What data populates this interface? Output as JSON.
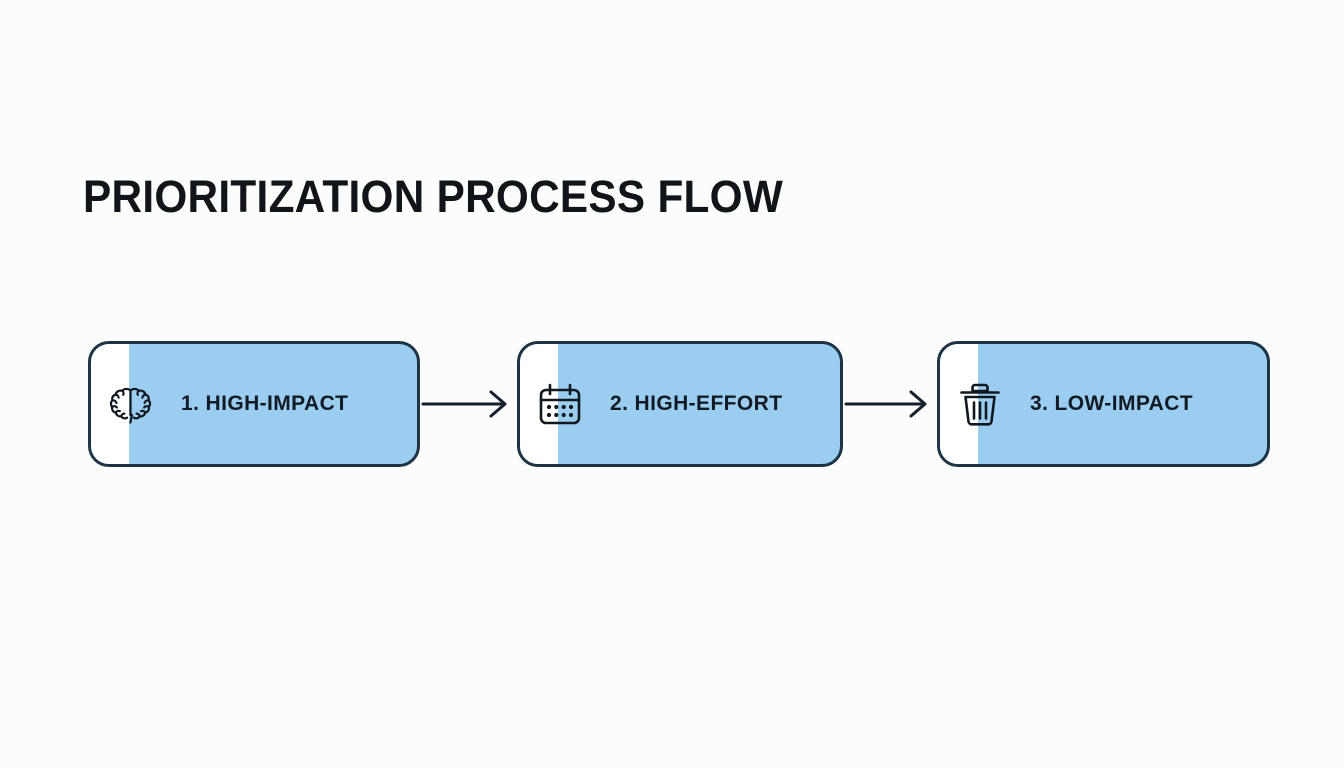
{
  "page": {
    "title": "PRIORITIZATION PROCESS FLOW",
    "background_color": "#fcfcfc",
    "title_color": "#111418"
  },
  "theme": {
    "card_fill": "#9acdef",
    "card_strip": "#ffffff",
    "card_border": "#1e3446",
    "label_color": "#121a24",
    "connector_color": "#16202c"
  },
  "flow": {
    "steps": [
      {
        "label": "1. HIGH-IMPACT",
        "icon": "brain-icon",
        "number": "1"
      },
      {
        "label": "2. HIGH-EFFORT",
        "icon": "calendar-icon",
        "number": "2"
      },
      {
        "label": "3. LOW-IMPACT",
        "icon": "trash-icon",
        "number": "3"
      }
    ],
    "connectors": [
      {
        "icon": "arrow-right-icon",
        "from": "1. HIGH-IMPACT",
        "to": "2. HIGH-EFFORT"
      },
      {
        "icon": "arrow-right-icon",
        "from": "2. HIGH-EFFORT",
        "to": "3. LOW-IMPACT"
      }
    ]
  }
}
